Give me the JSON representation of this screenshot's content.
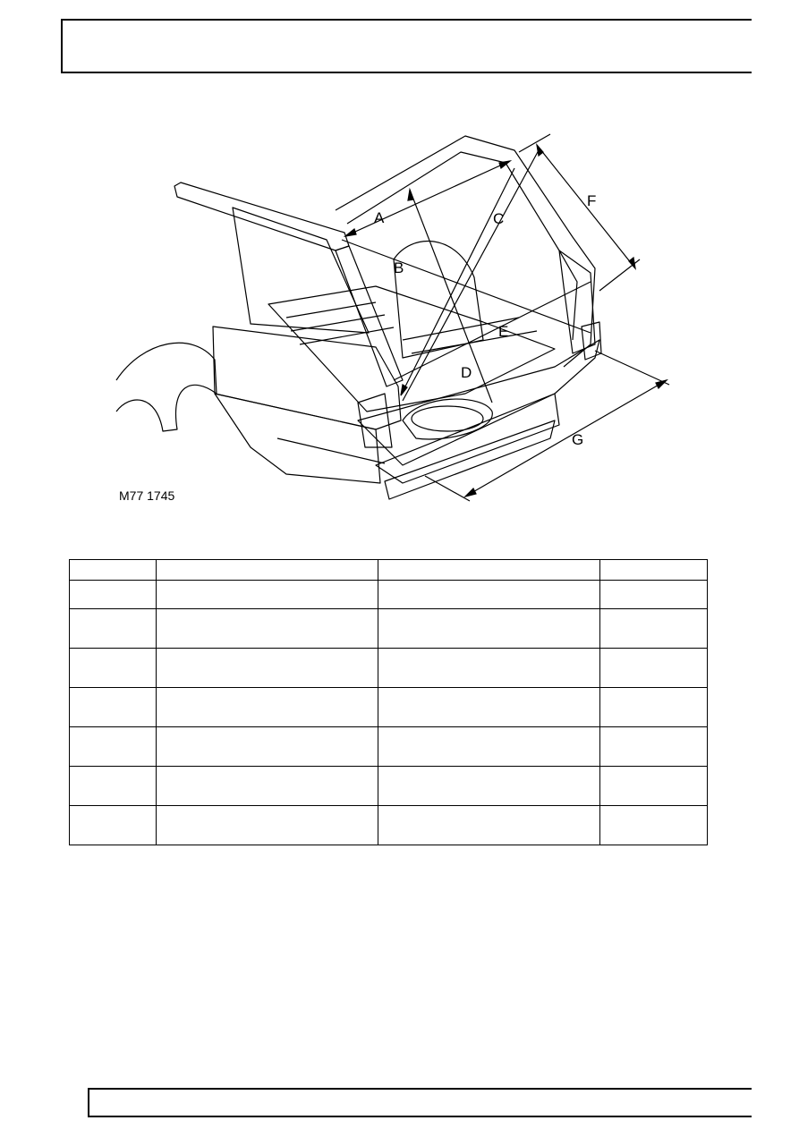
{
  "figure": {
    "reference": "M77 1745",
    "labels": [
      "A",
      "B",
      "C",
      "D",
      "E",
      "F",
      "G"
    ]
  },
  "table": {
    "rows": [
      [
        "",
        "",
        "",
        ""
      ],
      [
        "",
        "",
        "",
        ""
      ],
      [
        "",
        "",
        "",
        ""
      ],
      [
        "",
        "",
        "",
        ""
      ],
      [
        "",
        "",
        "",
        ""
      ],
      [
        "",
        "",
        "",
        ""
      ],
      [
        "",
        "",
        "",
        ""
      ],
      [
        "",
        "",
        "",
        ""
      ]
    ]
  }
}
